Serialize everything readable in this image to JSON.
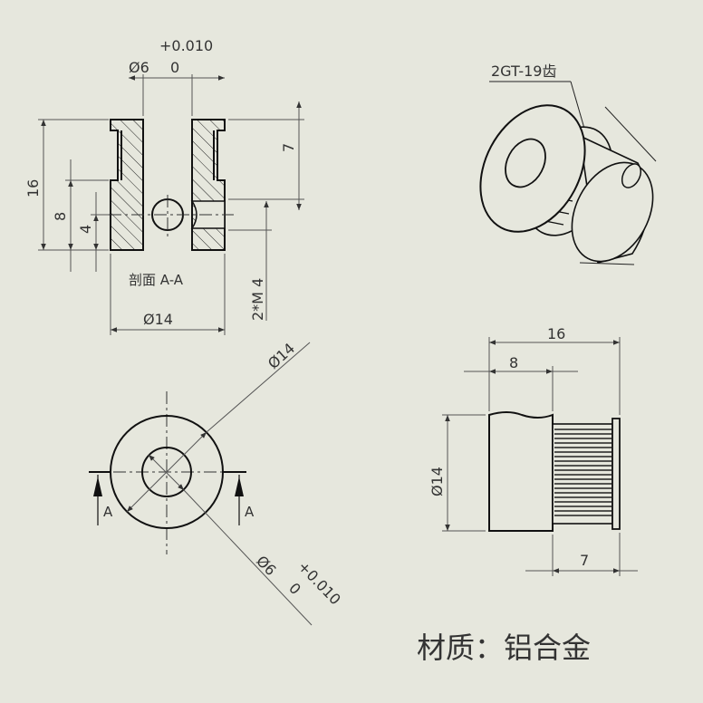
{
  "section_view": {
    "caption": "剖面 A-A",
    "bore_dim": "Ø6",
    "bore_tol_upper": "+0.010",
    "bore_tol_lower": "0",
    "height_16": "16",
    "height_8": "8",
    "height_4": "4",
    "height_7": "7",
    "thread_label": "2*M 4",
    "diameter_14": "Ø14"
  },
  "iso_view": {
    "tooth_label": "2GT-19齿"
  },
  "front_view": {
    "diameter_14": "Ø14",
    "bore_dim": "Ø6",
    "bore_tol_upper": "+0.010",
    "bore_tol_lower": "0",
    "section_mark_left": "A",
    "section_mark_right": "A"
  },
  "side_view": {
    "length_16": "16",
    "length_8": "8",
    "diameter_14": "Ø14",
    "tooth_width_7": "7"
  },
  "material": {
    "label": "材质：铝合金"
  }
}
